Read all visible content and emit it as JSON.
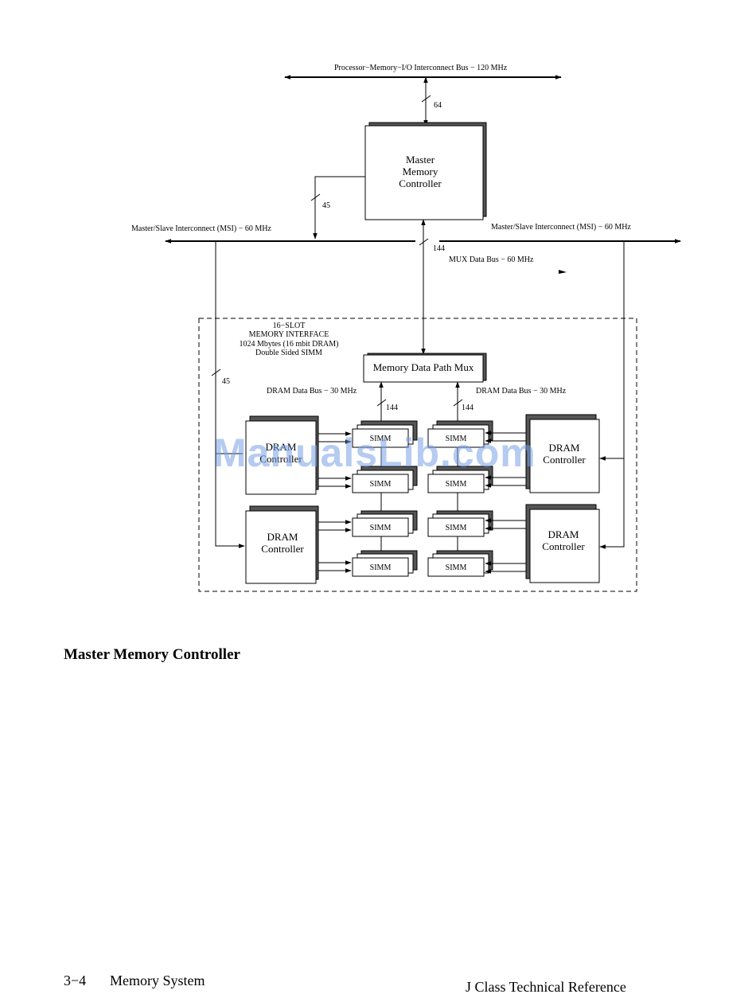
{
  "diagram": {
    "top_bus_label": "Processor−Memory−I/O Interconnect Bus −  120 MHz",
    "width_64": "64",
    "width_45_left": "45",
    "width_45_lower": "45",
    "width_144_main": "144",
    "width_144_a": "144",
    "width_144_b": "144",
    "master_controller": [
      "Master",
      "Memory",
      "Controller"
    ],
    "msi_left_label": "Master/Slave Interconnect (MSI) − 60 MHz",
    "msi_right_label": "Master/Slave Interconnect (MSI) − 60 MHz",
    "mux_bus_label": "MUX Data Bus − 60 MHz",
    "slot_info": [
      "16−SLOT",
      "MEMORY INTERFACE",
      "1024 Mbytes (16 mbit DRAM)",
      "Double Sided SIMM"
    ],
    "mux_label": "Memory Data Path Mux",
    "dram_bus_left": "DRAM Data Bus − 30 MHz",
    "dram_bus_right": "DRAM Data Bus − 30 MHz",
    "dram_controller": [
      "DRAM",
      "Controller"
    ],
    "simm_label": "SIMM"
  },
  "watermark": "ManualsLib.com",
  "section_heading": "Master Memory Controller",
  "footer": {
    "page_number": "3−4",
    "chapter": "Memory System",
    "book": "J Class Technical Reference"
  }
}
